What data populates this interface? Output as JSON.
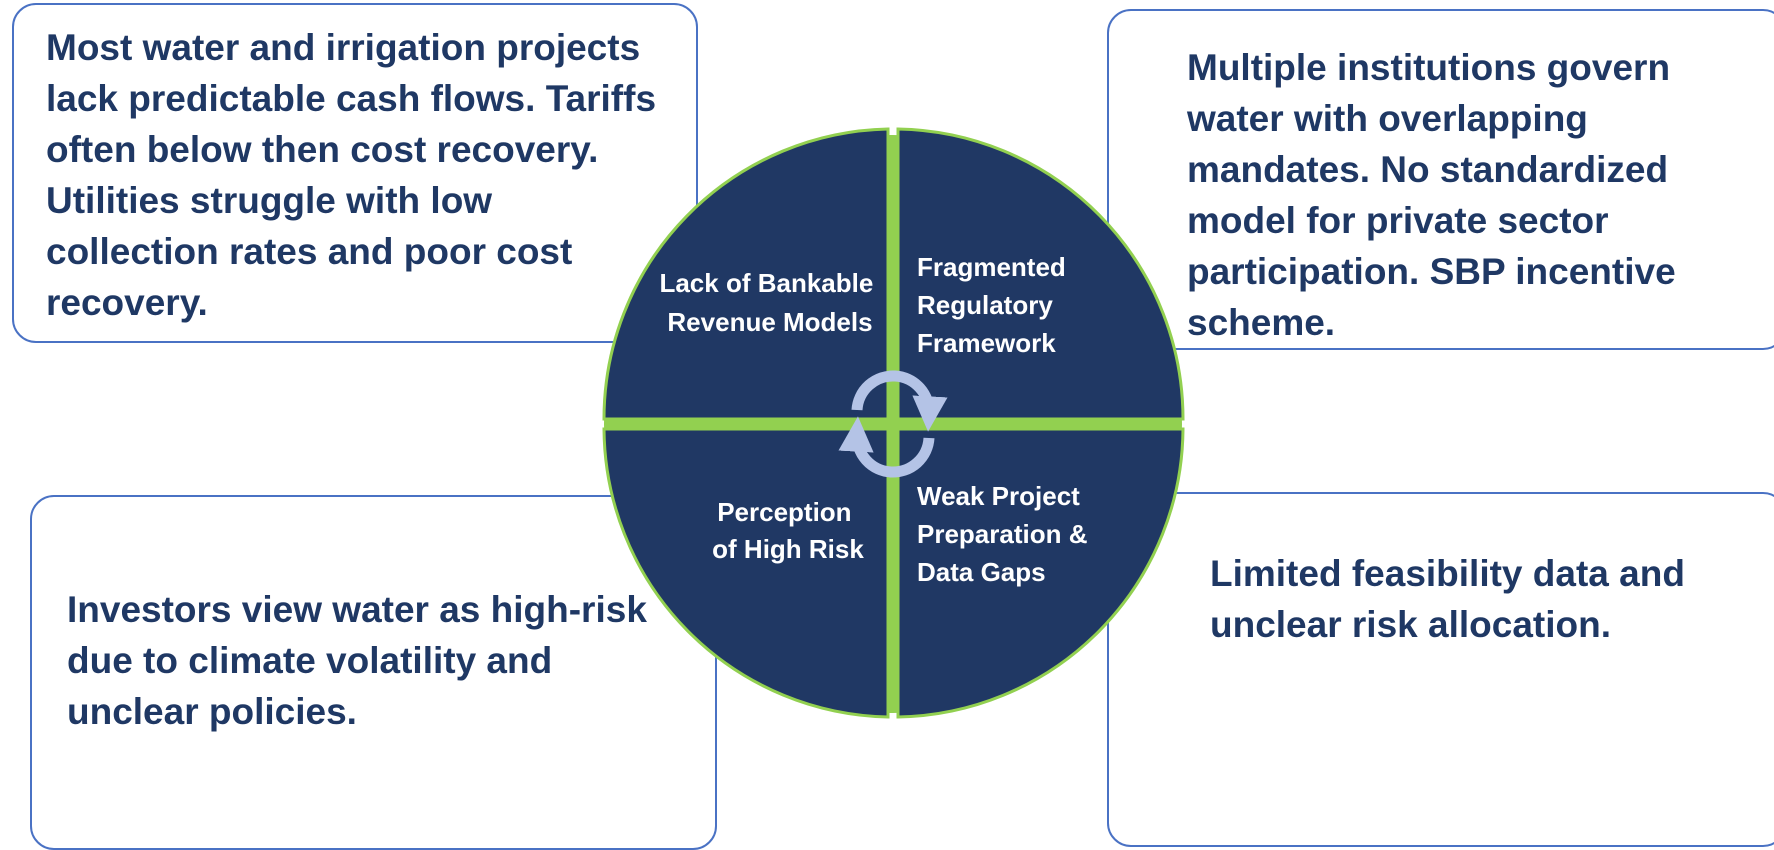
{
  "boxes": {
    "top_left": "Most water and irrigation projects lack predictable cash flows. Tariffs often below then cost recovery. Utilities struggle with low collection rates and poor cost recovery.",
    "top_right": "Multiple institutions govern water with overlapping mandates. No standardized model for private sector participation. SBP incentive scheme.",
    "bottom_left": "Investors view water as high-risk due to climate volatility and unclear policies.",
    "bottom_right": "Limited feasibility data and unclear risk allocation."
  },
  "quadrants": {
    "top_left": [
      "Lack of Bankable",
      "Revenue Models"
    ],
    "top_right": [
      "Fragmented",
      "Regulatory",
      "Framework"
    ],
    "bottom_left": [
      "Perception",
      "of High Risk"
    ],
    "bottom_right": [
      "Weak Project",
      "Preparation &",
      "Data Gaps"
    ]
  },
  "colors": {
    "quadrant_fill": "#203864",
    "circle_outline": "#92d050",
    "box_border": "#4a72c4",
    "box_text": "#1f3864",
    "cycle_icon": "#b4c3e6"
  }
}
